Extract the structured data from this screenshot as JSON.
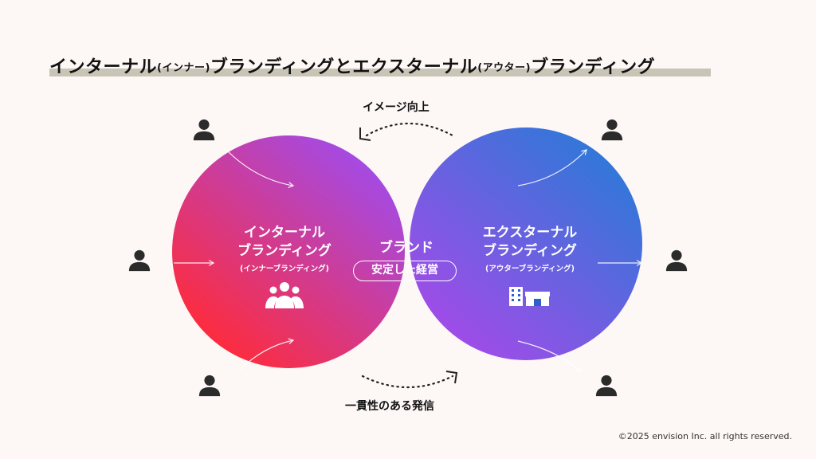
{
  "title": {
    "part1": "インターナル",
    "part2": "(インナー)",
    "part3": "ブランディングとエクスターナル",
    "part4": "(アウター)",
    "part5": "ブランディング"
  },
  "top_caption": "イメージ向上",
  "bottom_caption": "一貫性のある発信",
  "left_circle": {
    "line1": "インターナル",
    "line2": "ブランディング",
    "sub": "(インナーブランディング)",
    "icon": "group-icon",
    "color_start": "#ff2b3a",
    "color_end": "#a24be8"
  },
  "center": {
    "title": "ブランド",
    "pill": "安定した経営",
    "color": "#4b12d6"
  },
  "right_circle": {
    "line1": "エクスターナル",
    "line2": "ブランディング",
    "sub": "(アウターブランディング)",
    "icon": "buildings-icon",
    "color_start": "#a24be8",
    "color_end": "#2f78d8"
  },
  "person_icon": "person-icon",
  "copyright": "©2025 envision Inc. all rights reserved."
}
